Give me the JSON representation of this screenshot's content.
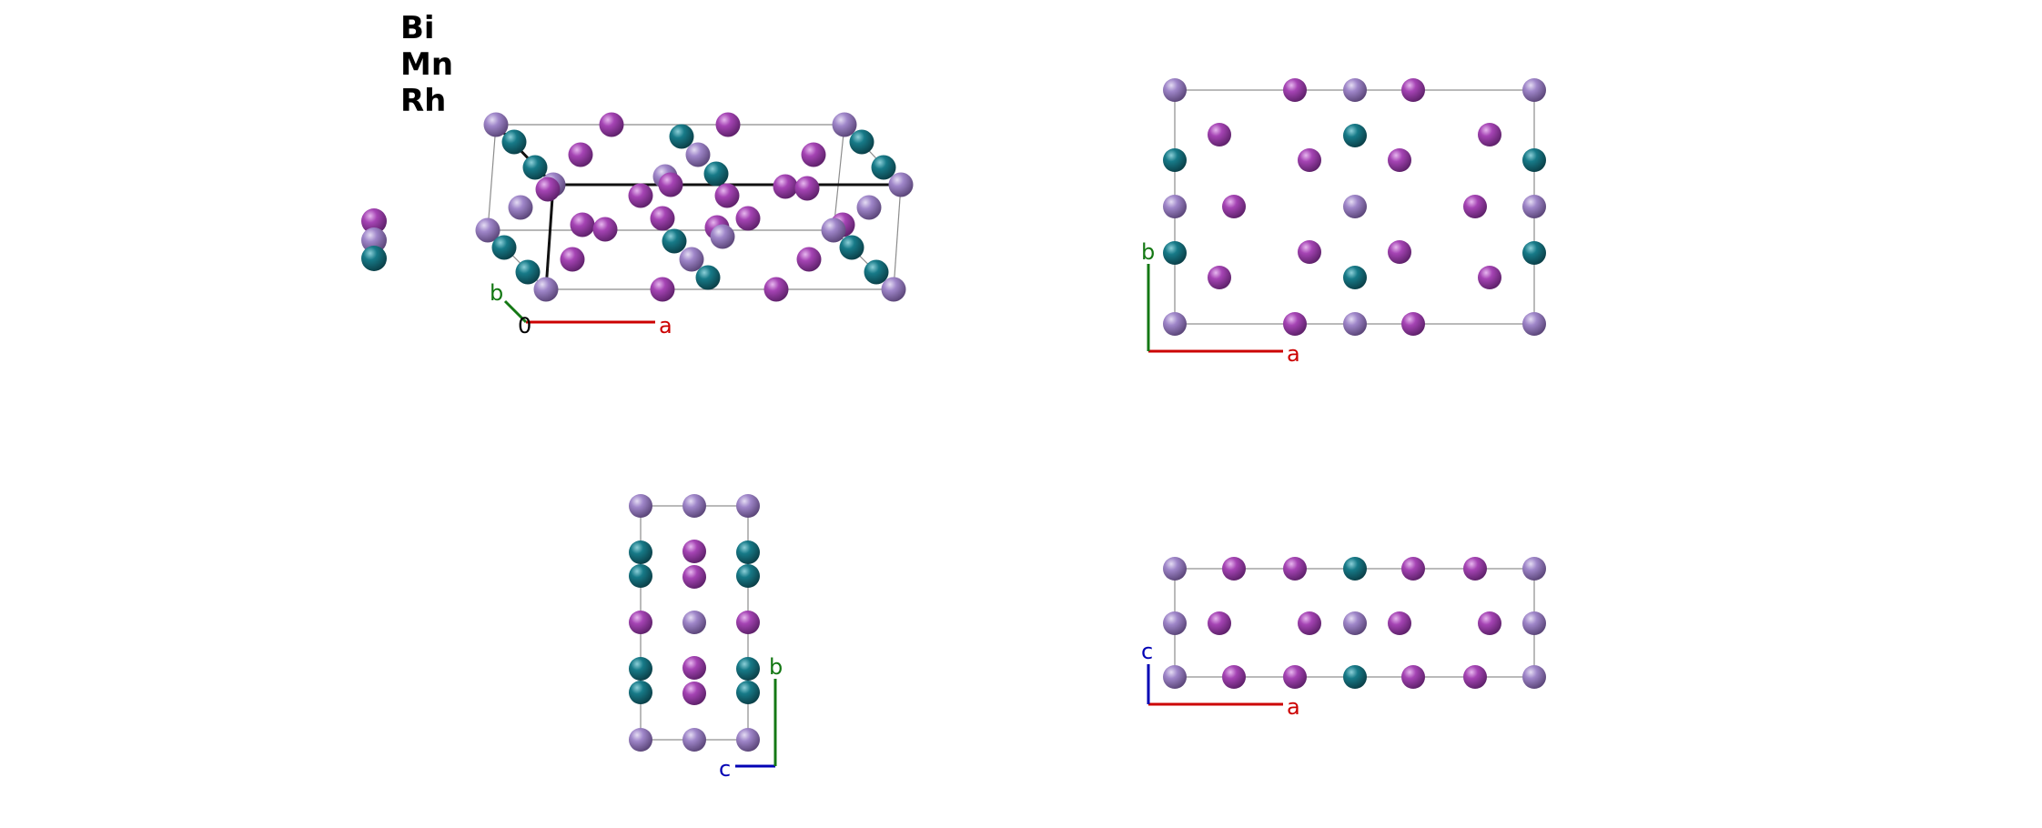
{
  "legend": {
    "elements": [
      {
        "symbol": "Bi",
        "color": "#a13fb0"
      },
      {
        "symbol": "Mn",
        "color": "#17707e"
      },
      {
        "symbol": "Rh",
        "color": "#9a7ec4"
      }
    ]
  },
  "axes": {
    "a": {
      "label": "a",
      "color": "#cc0000"
    },
    "b": {
      "label": "b",
      "color": "#147814"
    },
    "c": {
      "label": "c",
      "color": "#0000b4"
    },
    "origin": {
      "label": "0",
      "color": "#000000"
    }
  },
  "views": [
    {
      "name": "perspective",
      "labels": [
        "b",
        "0",
        "a"
      ]
    },
    {
      "name": "ab-projection",
      "labels": [
        "b",
        "a"
      ]
    },
    {
      "name": "cb-projection",
      "labels": [
        "b",
        "c"
      ]
    },
    {
      "name": "ac-projection",
      "labels": [
        "c",
        "a"
      ]
    }
  ]
}
